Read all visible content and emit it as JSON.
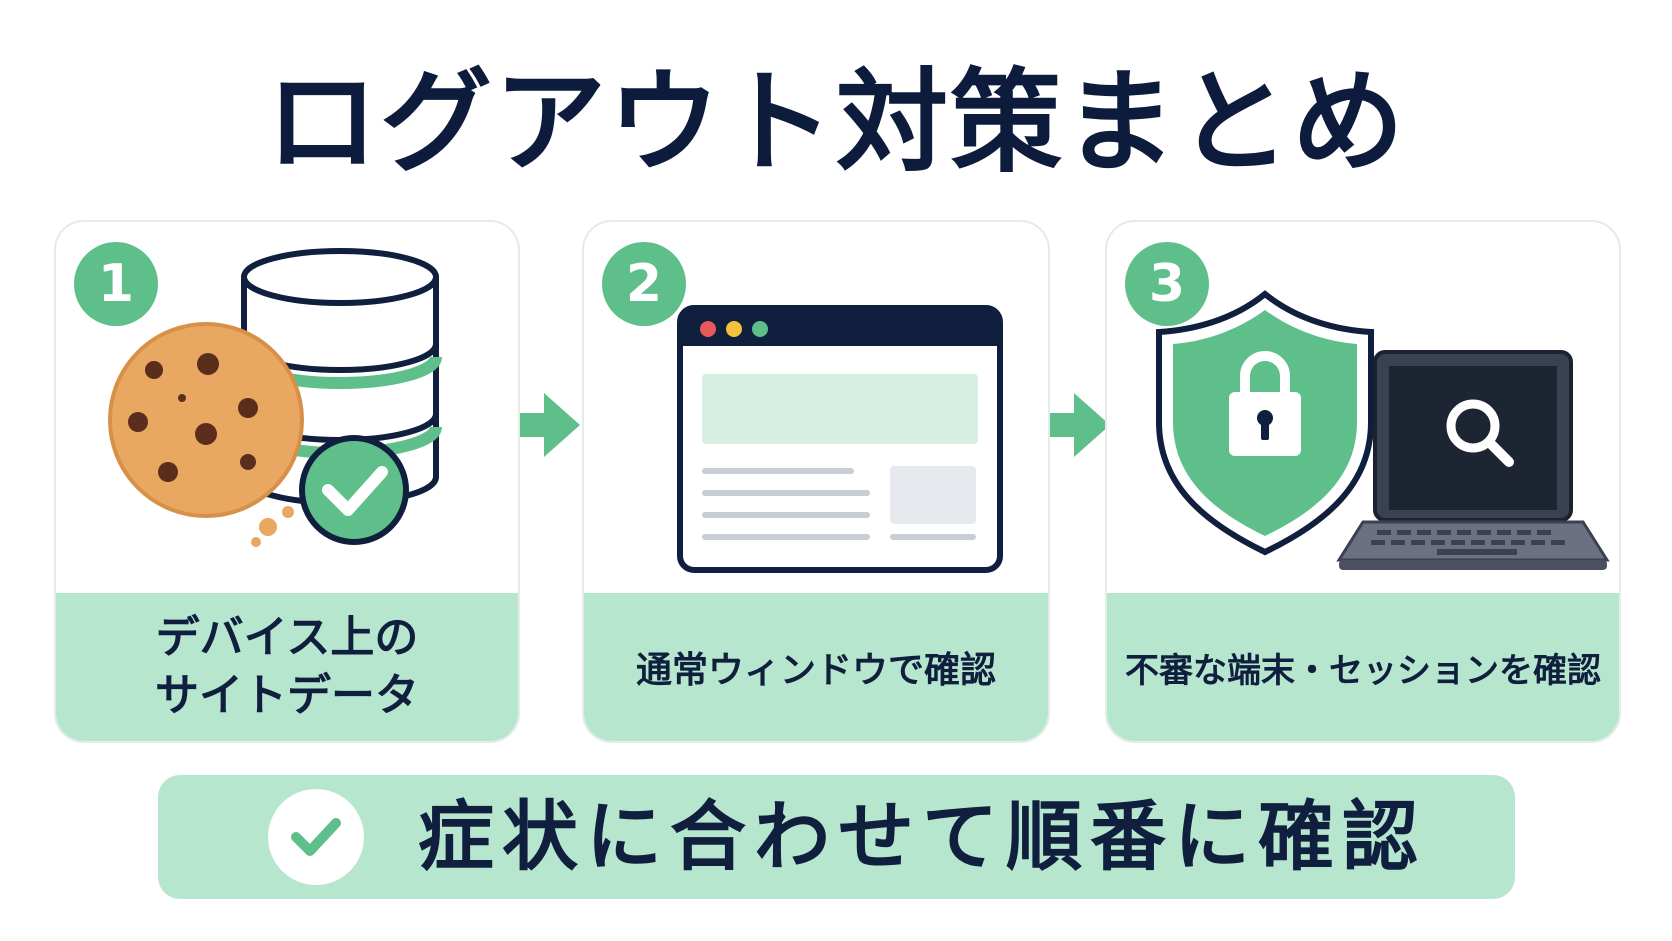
{
  "title": "ログアウト対策まとめ",
  "steps": [
    {
      "number": "1",
      "label_lines": [
        "デバイス上の",
        "サイトデータ"
      ],
      "icons": [
        "cookie-icon",
        "database-icon",
        "check-icon"
      ]
    },
    {
      "number": "2",
      "label": "通常ウィンドウで確認",
      "icons": [
        "browser-window-icon"
      ]
    },
    {
      "number": "3",
      "label": "不審な端末・セッションを確認",
      "icons": [
        "shield-lock-icon",
        "laptop-search-icon"
      ]
    }
  ],
  "footer": {
    "text": "症状に合わせて順番に確認",
    "icon": "check-icon"
  },
  "colors": {
    "accent": "#5fbf8a",
    "accent_light": "#b7e6cf",
    "navy": "#0f1f3d",
    "cookie": "#e8a862"
  }
}
